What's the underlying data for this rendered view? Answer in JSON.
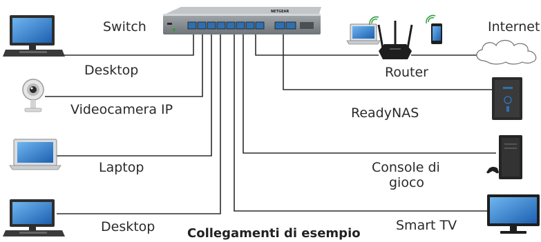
{
  "labels": {
    "switch": "Switch",
    "desktop_top": "Desktop",
    "ip_camera": "Videocamera IP",
    "laptop": "Laptop",
    "desktop_bottom": "Desktop",
    "router": "Router",
    "internet": "Internet",
    "readynas": "ReadyNAS",
    "console_line1": "Console di",
    "console_line2": "gioco",
    "smart_tv": "Smart TV"
  },
  "caption": "Collegamenti di esempio",
  "switch_brand": "NETGEAR",
  "colors": {
    "cable": "#2b2b2b",
    "port_blue": "#2f6fb0",
    "switch_body": "#8d9296",
    "screen_blue": "#2b7fd0"
  }
}
